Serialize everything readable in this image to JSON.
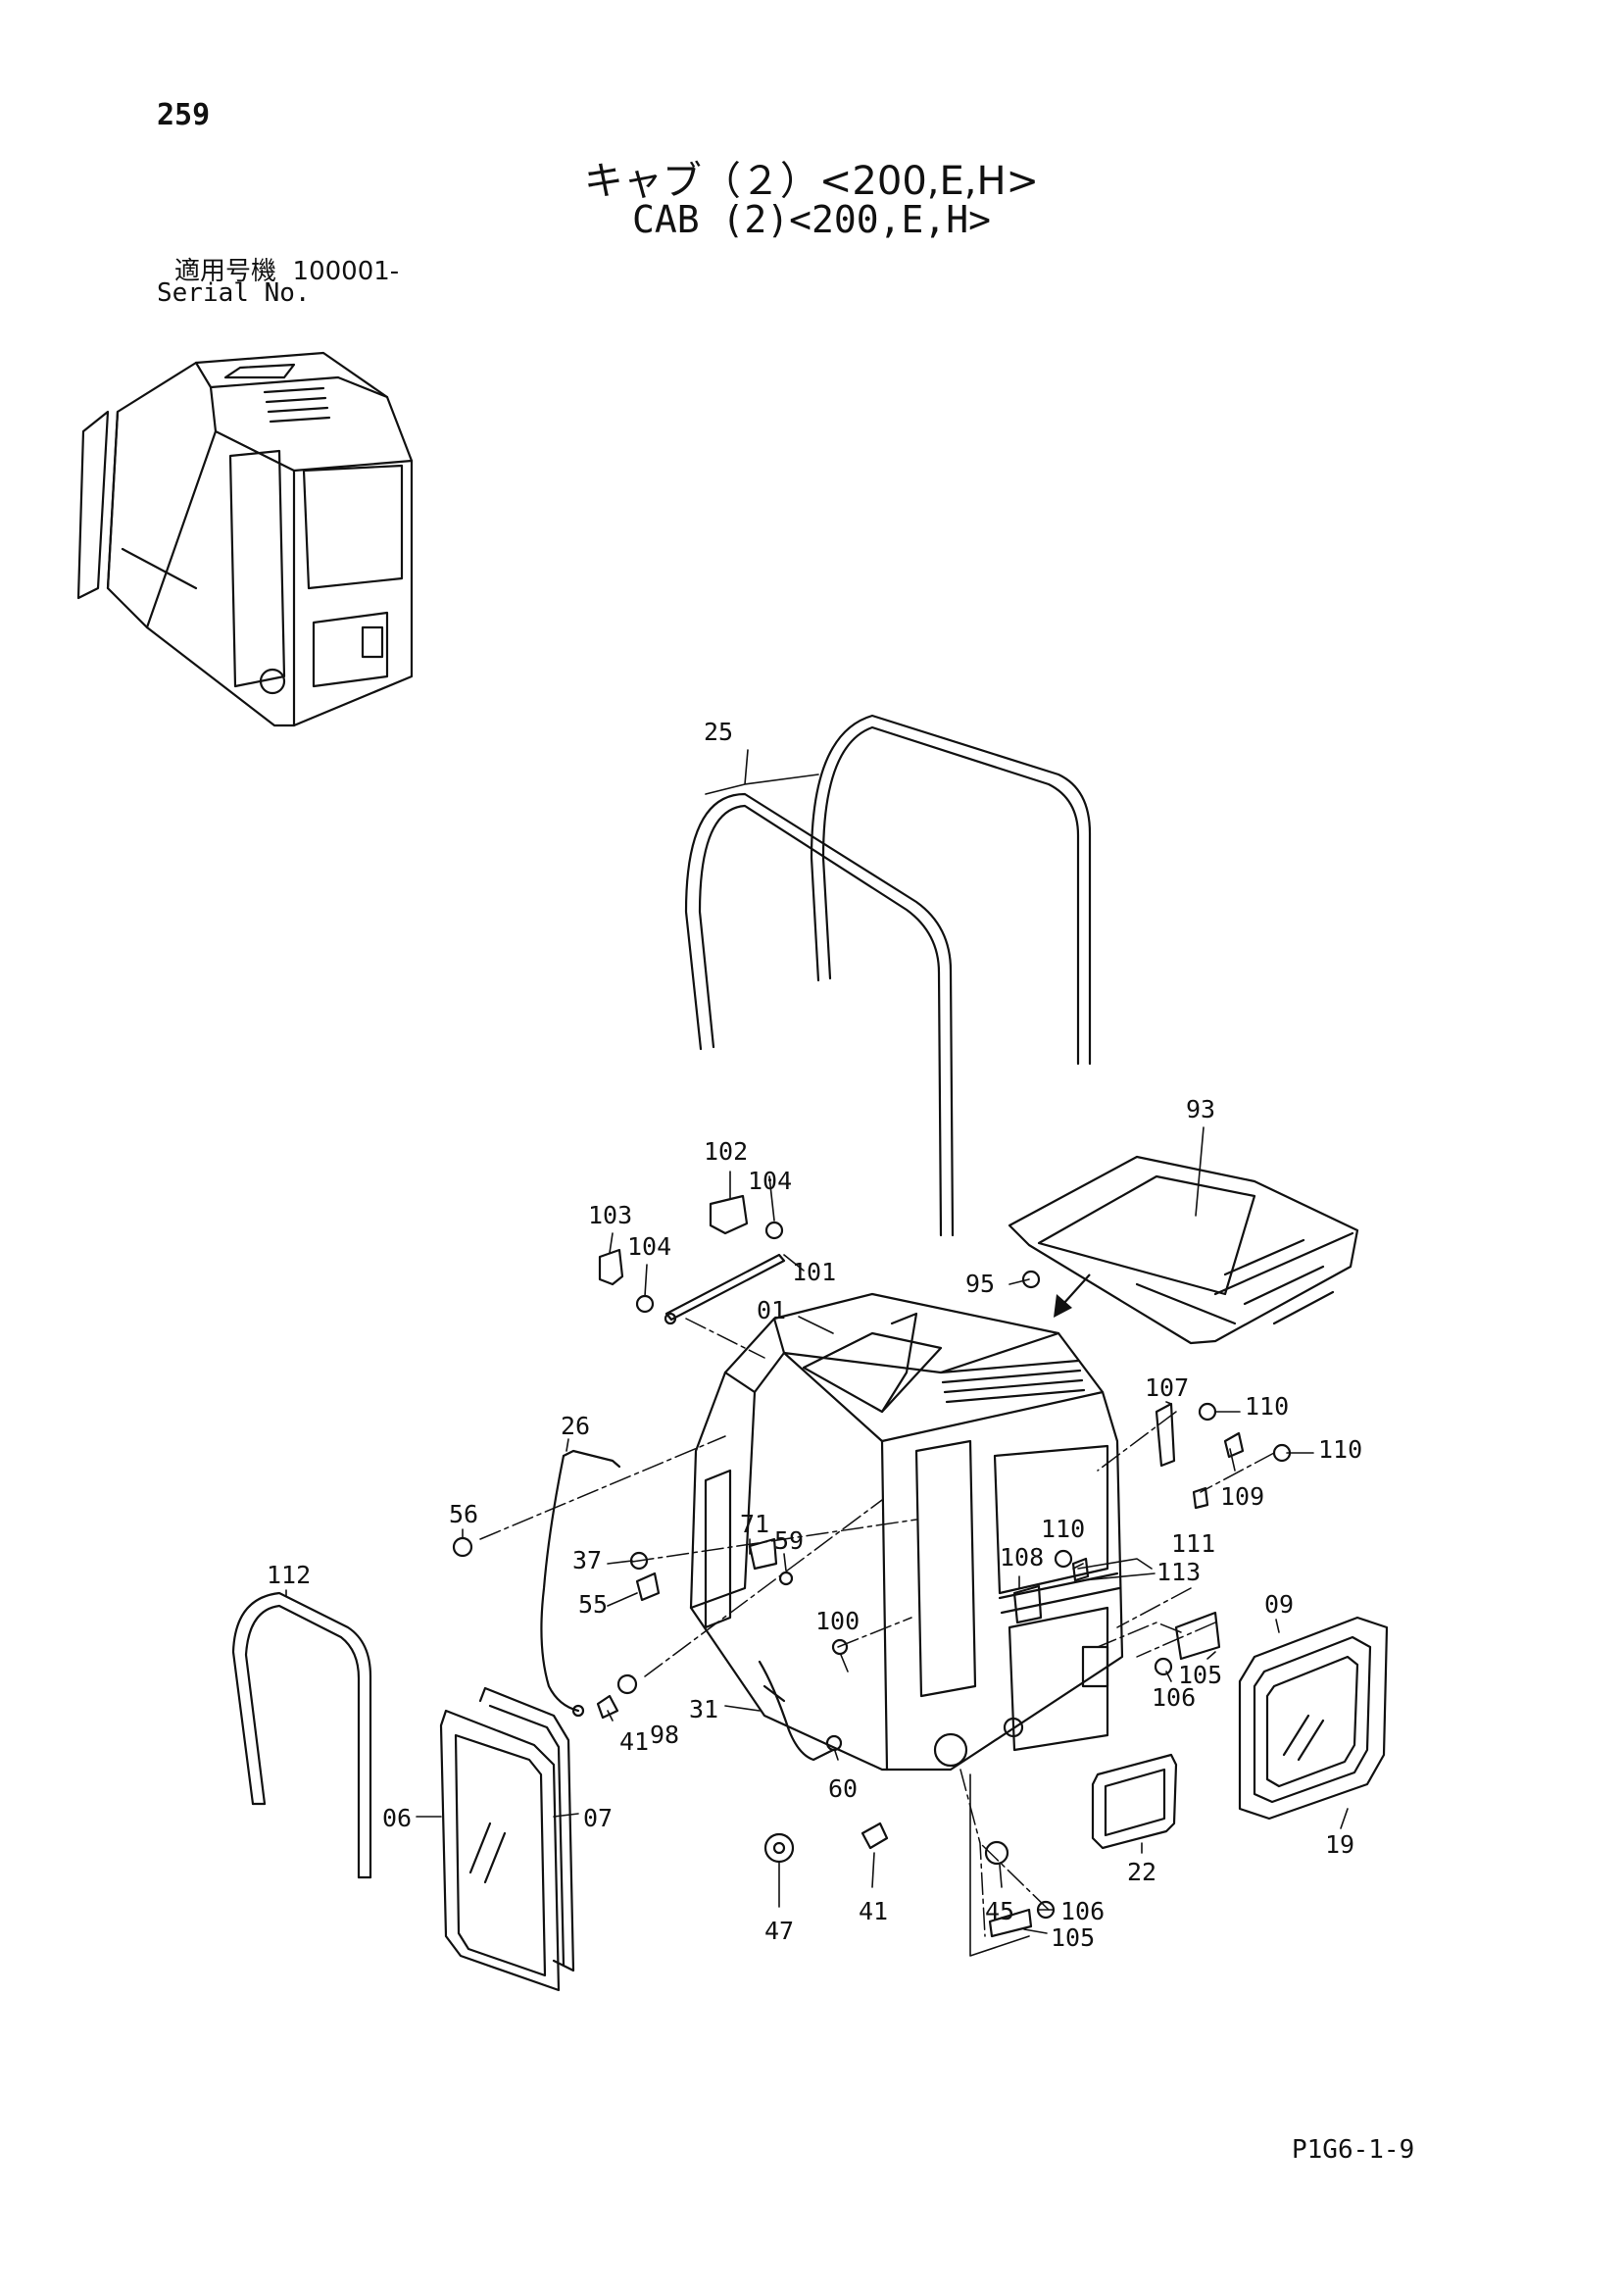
{
  "page": {
    "number": "259",
    "title_jp": "キャブ（２）<200,E,H>",
    "title_en": "CAB (2)<200,E,H>",
    "serial_label_jp": "適用号機",
    "serial_value": "100001-",
    "serial_label_en": "Serial No.",
    "footer_code": "P1G6-1-9"
  },
  "callouts": [
    {
      "id": "c25",
      "text": "25"
    },
    {
      "id": "c93",
      "text": "93"
    },
    {
      "id": "c102",
      "text": "102"
    },
    {
      "id": "c104a",
      "text": "104"
    },
    {
      "id": "c103",
      "text": "103"
    },
    {
      "id": "c104b",
      "text": "104"
    },
    {
      "id": "c101",
      "text": "101"
    },
    {
      "id": "c95",
      "text": "95"
    },
    {
      "id": "c01",
      "text": "01"
    },
    {
      "id": "c107",
      "text": "107"
    },
    {
      "id": "c110a",
      "text": "110"
    },
    {
      "id": "c110b",
      "text": "110"
    },
    {
      "id": "c109",
      "text": "109"
    },
    {
      "id": "c26",
      "text": "26"
    },
    {
      "id": "c56",
      "text": "56"
    },
    {
      "id": "c71",
      "text": "71"
    },
    {
      "id": "c59",
      "text": "59"
    },
    {
      "id": "c37",
      "text": "37"
    },
    {
      "id": "c55",
      "text": "55"
    },
    {
      "id": "c110c",
      "text": "110"
    },
    {
      "id": "c111",
      "text": "111"
    },
    {
      "id": "c108",
      "text": "108"
    },
    {
      "id": "c113",
      "text": "113"
    },
    {
      "id": "c112",
      "text": "112"
    },
    {
      "id": "c09",
      "text": "09"
    },
    {
      "id": "c100",
      "text": "100"
    },
    {
      "id": "c105a",
      "text": "105"
    },
    {
      "id": "c106a",
      "text": "106"
    },
    {
      "id": "c31",
      "text": "31"
    },
    {
      "id": "c41a",
      "text": "41"
    },
    {
      "id": "c98",
      "text": "98"
    },
    {
      "id": "c06",
      "text": "06"
    },
    {
      "id": "c07",
      "text": "07"
    },
    {
      "id": "c60",
      "text": "60"
    },
    {
      "id": "c22",
      "text": "22"
    },
    {
      "id": "c19",
      "text": "19"
    },
    {
      "id": "c41b",
      "text": "41"
    },
    {
      "id": "c45",
      "text": "45"
    },
    {
      "id": "c106b",
      "text": "106"
    },
    {
      "id": "c47",
      "text": "47"
    },
    {
      "id": "c105b",
      "text": "105"
    }
  ]
}
